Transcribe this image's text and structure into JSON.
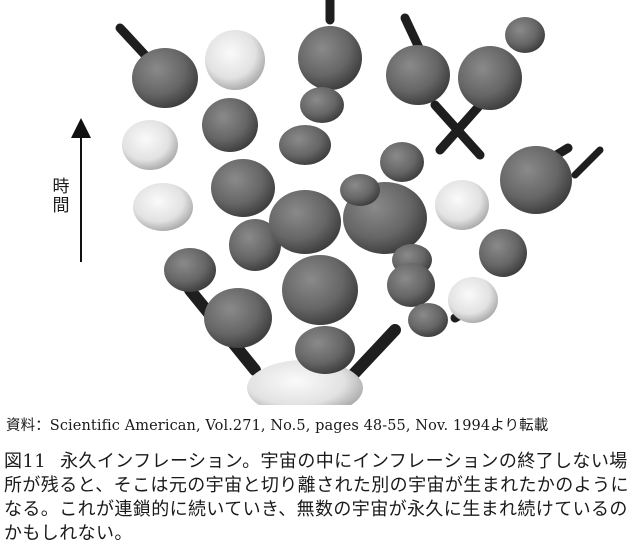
{
  "figure": {
    "axis_label": "時間",
    "colors": {
      "dark_bubble": "#6c6c6c",
      "light_bubble": "#e6e6e6",
      "branch": "#1e1e1e"
    }
  },
  "source": "資料：Scientific American, Vol.271, No.5, pages 48-55, Nov. 1994より転載",
  "caption": {
    "number": "図11",
    "text": "永久インフレーション。宇宙の中にインフレーションの終了しない場所が残ると、そこは元の宇宙と切り離された別の宇宙が生まれたかのようになる。これが連鎖的に続いていき、無数の宇宙が永久に生まれ続けているのかもしれない。"
  }
}
